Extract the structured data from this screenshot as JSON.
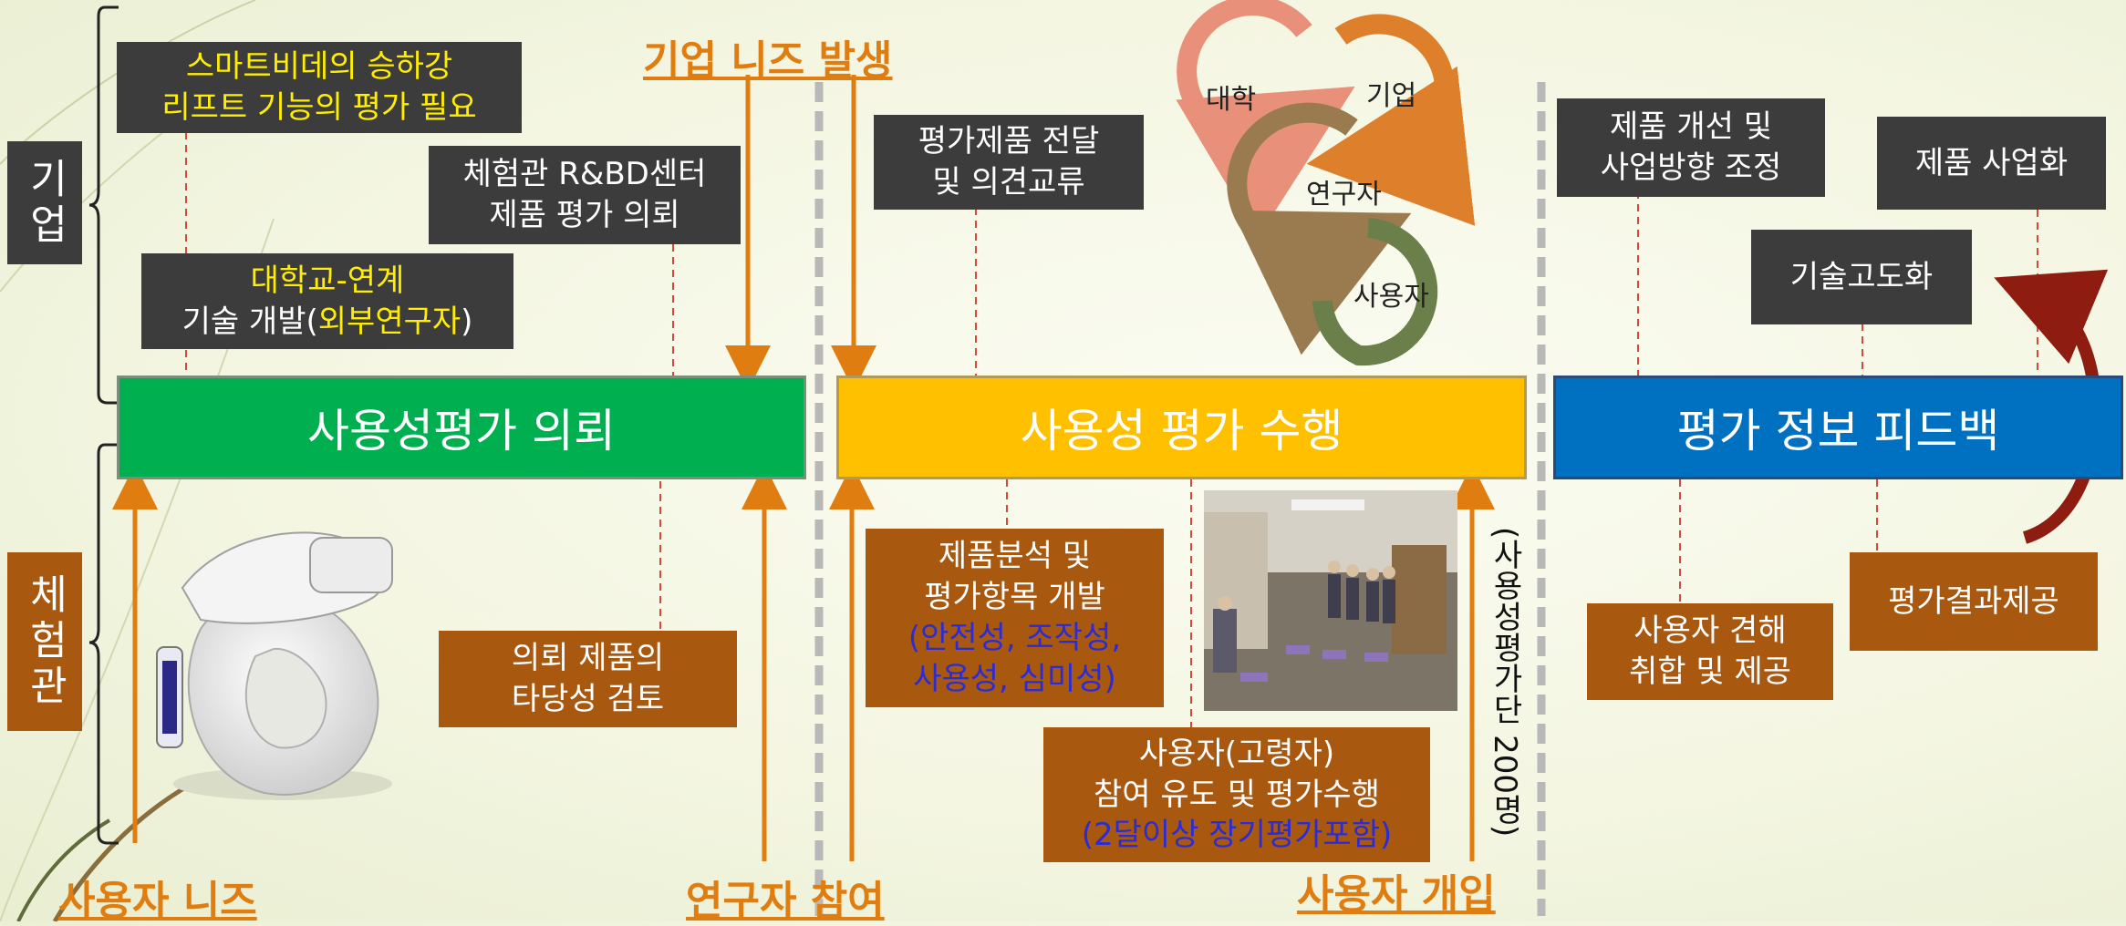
{
  "side_labels": {
    "company": "기업",
    "experience_center": "체험관"
  },
  "company_boxes": {
    "bidet_need": [
      "스마트비데의 승하강",
      "리프트 기능의 평가 필요"
    ],
    "eval_request": [
      "체험관 R&BD센터",
      "제품 평가 의뢰"
    ],
    "univ_line1": "대학교-연계",
    "univ_line2_pre": "기술 개발(",
    "univ_line2_mid": "외부연구자",
    "univ_line2_post": ")"
  },
  "stages": {
    "request": "사용성평가 의뢰",
    "perform": "사용성 평가 수행",
    "feedback": "평가 정보 피드백"
  },
  "triggers": {
    "corporate_need": "기업 니즈 발생",
    "user_need": "사용자 니즈",
    "researcher": "연구자 참여",
    "user_involvement": "사용자 개입"
  },
  "perform_boxes": {
    "deliver": [
      "평가제품 전달",
      "및 의견교류"
    ],
    "analysis": [
      "제품분석 및",
      "평가항목 개발"
    ],
    "analysis_criteria": [
      "(안전성, 조작성,",
      "사용성, 심미성)"
    ],
    "participation": [
      "사용자(고령자)",
      "참여 유도 및 평가수행"
    ],
    "participation_note": "(2달이상 장기평가포함)",
    "panel_note": "(사용성평가단 200명)"
  },
  "validity_box": [
    "의뢰 제품의",
    "타당성 검토"
  ],
  "cycle": {
    "university": "대학",
    "company": "기업",
    "researcher": "연구자",
    "user": "사용자",
    "colors": [
      "#e8907a",
      "#de7f2c",
      "#9a7b4f",
      "#6b7f4b"
    ]
  },
  "feedback_boxes": {
    "improve": [
      "제품 개선 및",
      "사업방향 조정"
    ],
    "commercialize": "제품 사업화",
    "advance": "기술고도화",
    "user_opinion": [
      "사용자 견해",
      "취합 및 제공"
    ],
    "results": "평가결과제공"
  },
  "colors": {
    "green": "#00b050",
    "yellow": "#ffc000",
    "blue": "#0070c0",
    "brown": "#a8580f",
    "dark": "#3c3c3c",
    "orange": "#e07d10"
  }
}
